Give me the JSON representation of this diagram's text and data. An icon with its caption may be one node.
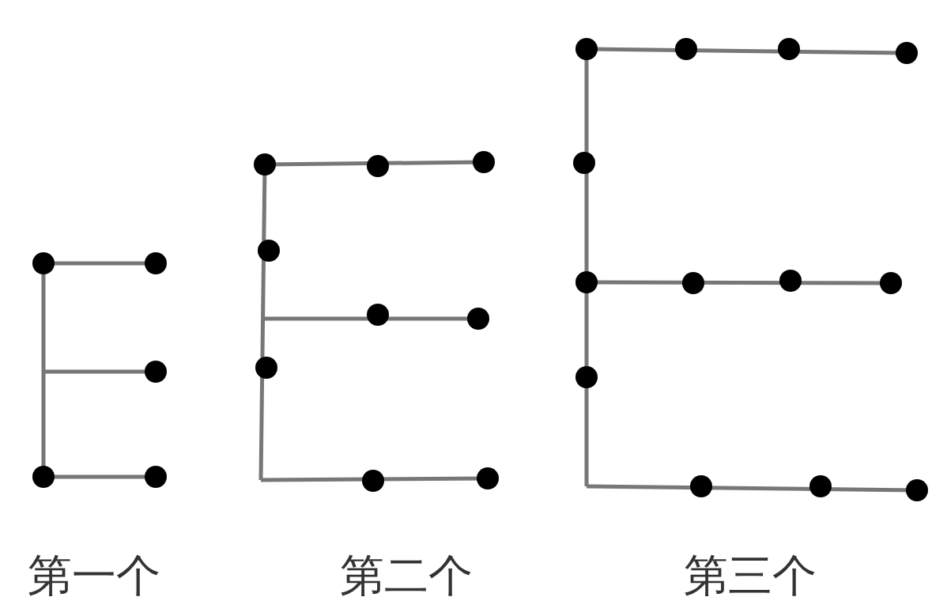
{
  "diagram": {
    "labels": [
      "第一个",
      "第二个",
      "第三个"
    ]
  }
}
